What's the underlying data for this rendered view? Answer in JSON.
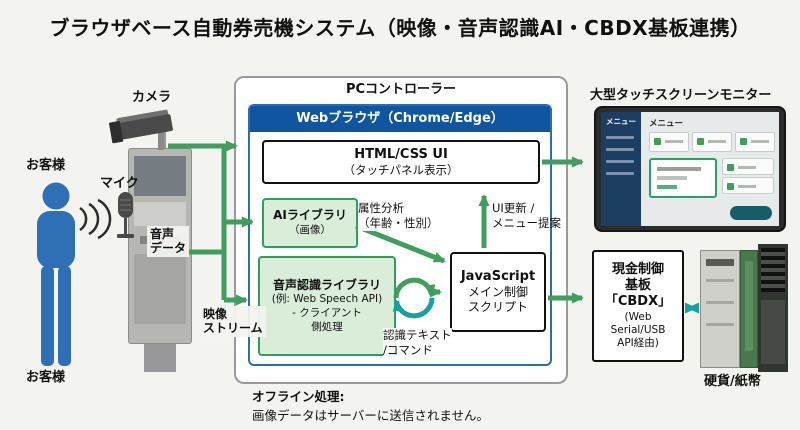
{
  "title": "ブラウザベース自動券売機システム（映像・音声認識AI・CBDX基板連携）",
  "colors": {
    "arrow_green": "#3f9e5e",
    "arrow_teal": "#18a0a0",
    "header_blue": "#10559f",
    "browser_border": "#2a6db0",
    "box_green_fill": "#d9edd9",
    "box_green_border": "#2f9e5f",
    "person_blue": "#2e6fb5"
  },
  "actors": {
    "customer_top": "お客様",
    "customer_bottom": "お客様",
    "camera": "カメラ",
    "mic": "マイク",
    "audio_data": "音声\nデータ",
    "video_stream": "映像\nストリーム"
  },
  "pc_controller": {
    "title": "PCコントローラー",
    "browser_title": "Webブラウザ（Chrome/Edge）",
    "html_css_ui": {
      "title": "HTML/CSS UI",
      "subtitle": "（タッチパネル表示）"
    },
    "ai_library": {
      "title": "AIライブラリ",
      "subtitle": "（画像）"
    },
    "attribute_analysis": "属性分析\n（年齢・性別）",
    "speech_library": {
      "title": "音声認識ライブラリ",
      "body": "(例: Web Speech API)\n- クライアント\n側処理"
    },
    "javascript": {
      "title": "JavaScript",
      "body": "メイン制御\nスクリプト"
    },
    "ui_update": "UI更新 /\nメニュー提案",
    "recognition_text": "認識テキスト\n/コマンド"
  },
  "offline_note": {
    "title": "オフライン処理:",
    "body": "画像データはサーバーに送信されません。"
  },
  "monitor": {
    "label": "大型タッチスクリーンモニター",
    "sidebar_title": "メニュー",
    "screen_title": "メニュー"
  },
  "cbdx": {
    "title": "現金制御\n基板\n「CBDX」",
    "subtitle": "(Web\nSerial/USB\nAPI経由)"
  },
  "cash": {
    "label": "硬貨/紙幣"
  }
}
